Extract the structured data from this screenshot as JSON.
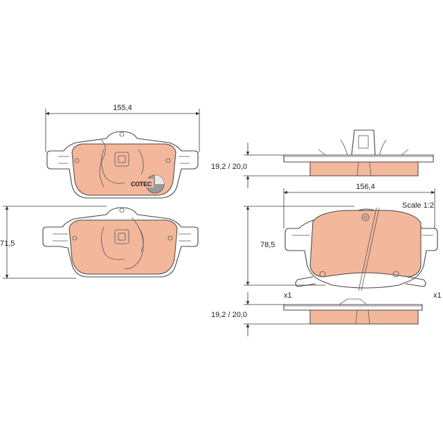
{
  "colors": {
    "lining": "#f3b79c",
    "outline": "#444444",
    "background": "#ffffff"
  },
  "dimensions": {
    "left_width": "155,4",
    "left_height": "71,5",
    "right_thickness_top": "19,2 / 20,0",
    "right_width": "156,4",
    "right_height": "78,5",
    "right_thickness_bottom": "19,2 / 20,0"
  },
  "scale": "Scale 1:2",
  "quantities": {
    "left": "x1",
    "right": "x1"
  },
  "logo": {
    "text": "COTEC"
  }
}
